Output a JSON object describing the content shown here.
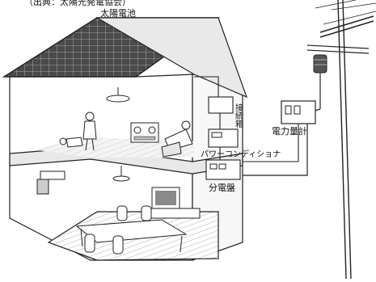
{
  "header": {
    "caption": "（出典：太陽光発電協会）"
  },
  "labels": {
    "solar_panel": "太陽電池",
    "junction_box": "接続箱",
    "power_conditioner": "パワーコンディショナ",
    "electricity_meter": "電力量計",
    "distribution_board": "分電盤"
  },
  "colors": {
    "line": "#222222",
    "panel_fill": "#4a4a4a",
    "panel_grid": "#bdbdbd",
    "wall": "#ffffff",
    "floor_wood": "#d9d9d9"
  }
}
